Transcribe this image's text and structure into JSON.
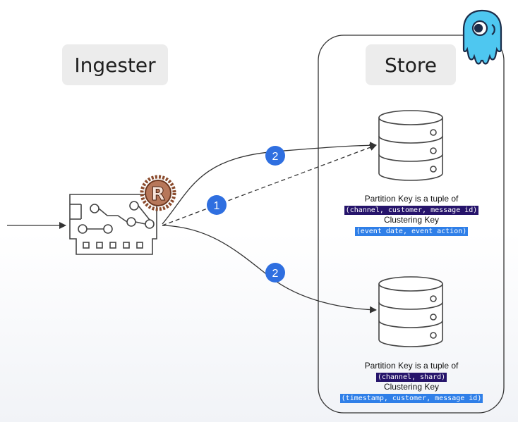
{
  "ingester": {
    "label": "Ingester"
  },
  "store": {
    "label": "Store"
  },
  "steps": {
    "first": "1",
    "second_top": "2",
    "second_bottom": "2"
  },
  "logos": {
    "rust": "rust-logo",
    "scylla": "scylladb-mascot"
  },
  "tables": [
    {
      "partition_label": "Partition Key is a tuple of",
      "partition_key": "(channel, customer, message id)",
      "clustering_label": "Clustering Key",
      "clustering_key": "(event date, event action)"
    },
    {
      "partition_label": "Partition Key is a tuple of",
      "partition_key": "(channel, shard)",
      "clustering_label": "Clustering Key",
      "clustering_key": "(timestamp, customer, message id)"
    }
  ],
  "colors": {
    "badge": "#2f6fe0",
    "partition_highlight": "#26146b",
    "clustering_highlight": "#2f7fe8",
    "scylla_body": "#4ec7f0"
  }
}
